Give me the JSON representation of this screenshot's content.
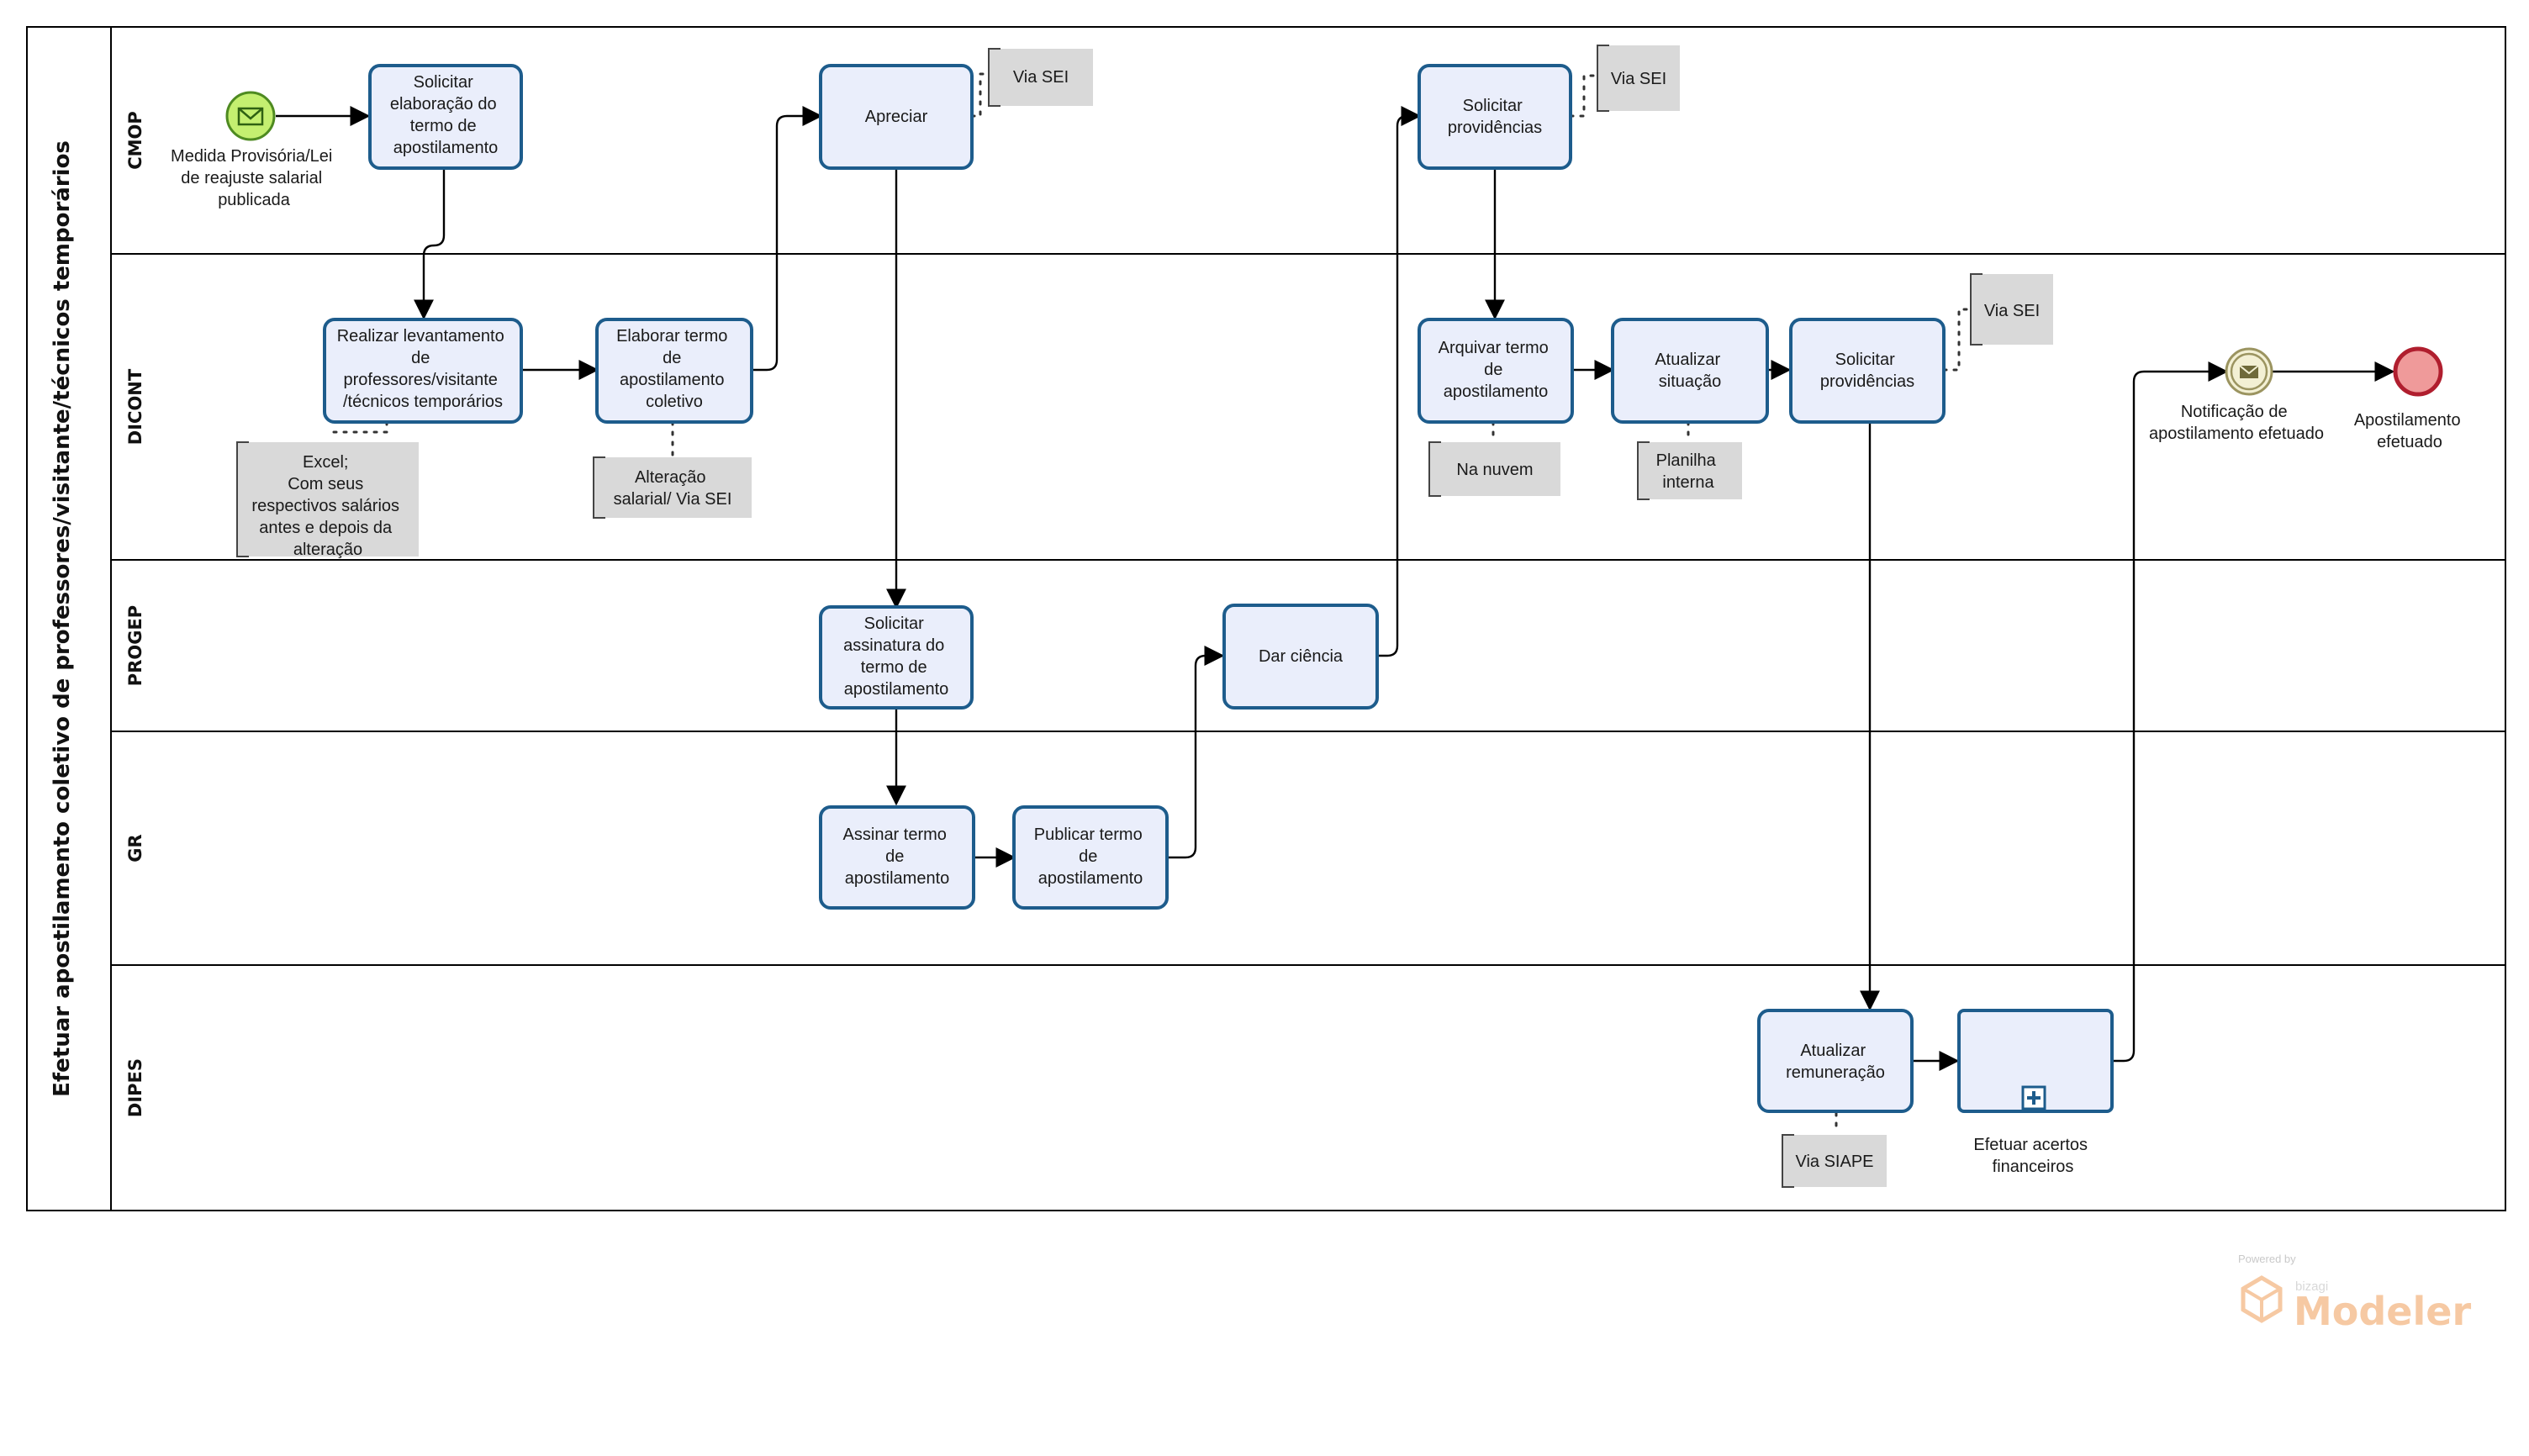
{
  "pool": {
    "title": "Efetuar apostilamento coletivo de professores/visitante/técnicos temporários"
  },
  "lanes": {
    "cmop": "CMOP",
    "dicont": "DICONT",
    "progep": "PROGEP",
    "gr": "GR",
    "dipes": "DIPES"
  },
  "events": {
    "start": {
      "label": [
        "Medida Provisória/Lei",
        "de reajuste salarial",
        "publicada"
      ],
      "icon": "envelope-icon",
      "color": "#c4ef70"
    },
    "notification": {
      "label": [
        "Notificação de",
        "apostilamento efetuado"
      ],
      "icon": "envelope-icon",
      "color": "#f3f0d4"
    },
    "end": {
      "label": [
        "Apostilamento",
        "efetuado"
      ],
      "color": "#ef9a9a"
    }
  },
  "tasks": {
    "solicitar_elaboracao": [
      "Solicitar",
      "elaboração do",
      "termo de",
      "apostilamento"
    ],
    "apreciar": [
      "Apreciar"
    ],
    "solicitar_providencias_cmop": [
      "Solicitar",
      "providências"
    ],
    "realizar_levantamento": [
      "Realizar levantamento",
      "de",
      "professores/visitante",
      "/técnicos temporários"
    ],
    "elaborar_termo": [
      "Elaborar termo",
      "de",
      "apostilamento",
      "coletivo"
    ],
    "arquivar_termo": [
      "Arquivar termo",
      "de",
      "apostilamento"
    ],
    "atualizar_situacao": [
      "Atualizar",
      "situação"
    ],
    "solicitar_providencias_dicont": [
      "Solicitar",
      "providências"
    ],
    "solicitar_assinatura": [
      "Solicitar",
      "assinatura do",
      "termo de",
      "apostilamento"
    ],
    "dar_ciencia": [
      "Dar ciência"
    ],
    "assinar_termo": [
      "Assinar termo",
      "de",
      "apostilamento"
    ],
    "publicar_termo": [
      "Publicar termo",
      "de",
      "apostilamento"
    ],
    "atualizar_remuneracao": [
      "Atualizar",
      "remuneração"
    ],
    "efetuar_acertos": {
      "label": [
        "Efetuar acertos",
        "financeiros"
      ],
      "marker": "plus-icon"
    }
  },
  "artifacts": {
    "via_sei_apreciar": [
      "Via SEI"
    ],
    "via_sei_cmop": [
      "Via SEI"
    ],
    "via_sei_dicont": [
      "Via SEI"
    ],
    "excel": [
      "Excel;",
      "Com seus",
      "respectivos salários",
      "antes e depois da",
      "alteração"
    ],
    "alteracao": [
      "Alteração",
      "salarial/ Via SEI"
    ],
    "na_nuvem": [
      "Na nuvem"
    ],
    "planilha": [
      "Planilha",
      "interna"
    ],
    "via_siape": [
      "Via SIAPE"
    ]
  },
  "branding": {
    "powered_by": "Powered by",
    "brand": "bizagi",
    "product": "Modeler"
  }
}
